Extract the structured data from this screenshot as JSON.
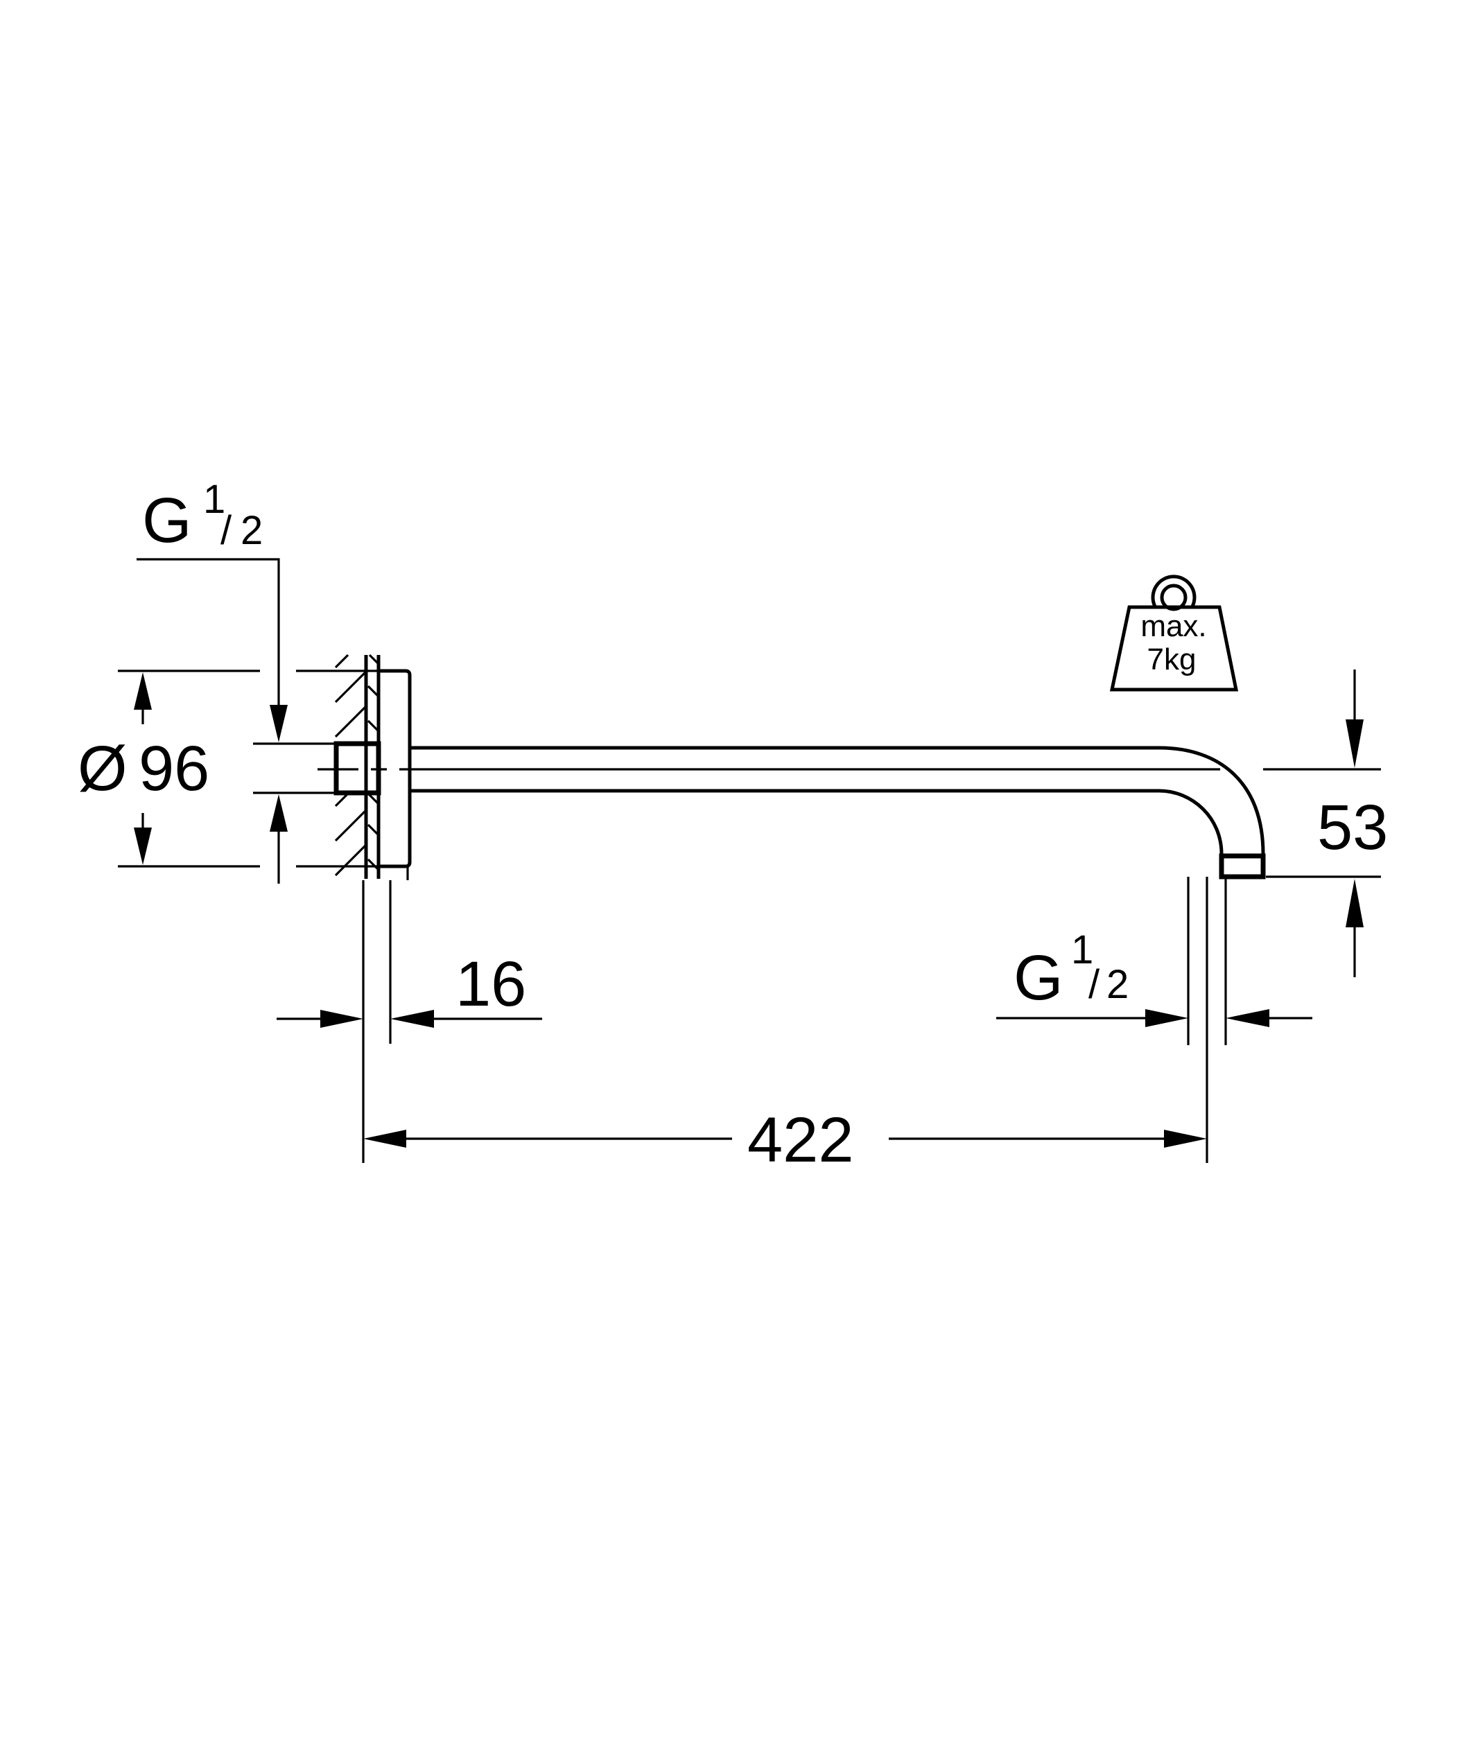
{
  "drawing": {
    "type": "technical dimension drawing",
    "subject": "shower arm with wall flange",
    "line_color": "#000000",
    "background": "#ffffff"
  },
  "labels": {
    "inlet_thread": {
      "prefix": "G",
      "numerator": "1",
      "slash": "/",
      "denominator": "2"
    },
    "outlet_thread": {
      "prefix": "G",
      "numerator": "1",
      "slash": "/",
      "denominator": "2"
    },
    "flange_diameter": {
      "symbol": "Ø",
      "value": "96"
    },
    "flange_depth": "16",
    "arm_length": "422",
    "outlet_drop": "53",
    "max_load": {
      "line1": "max.",
      "line2": "7kg"
    }
  }
}
